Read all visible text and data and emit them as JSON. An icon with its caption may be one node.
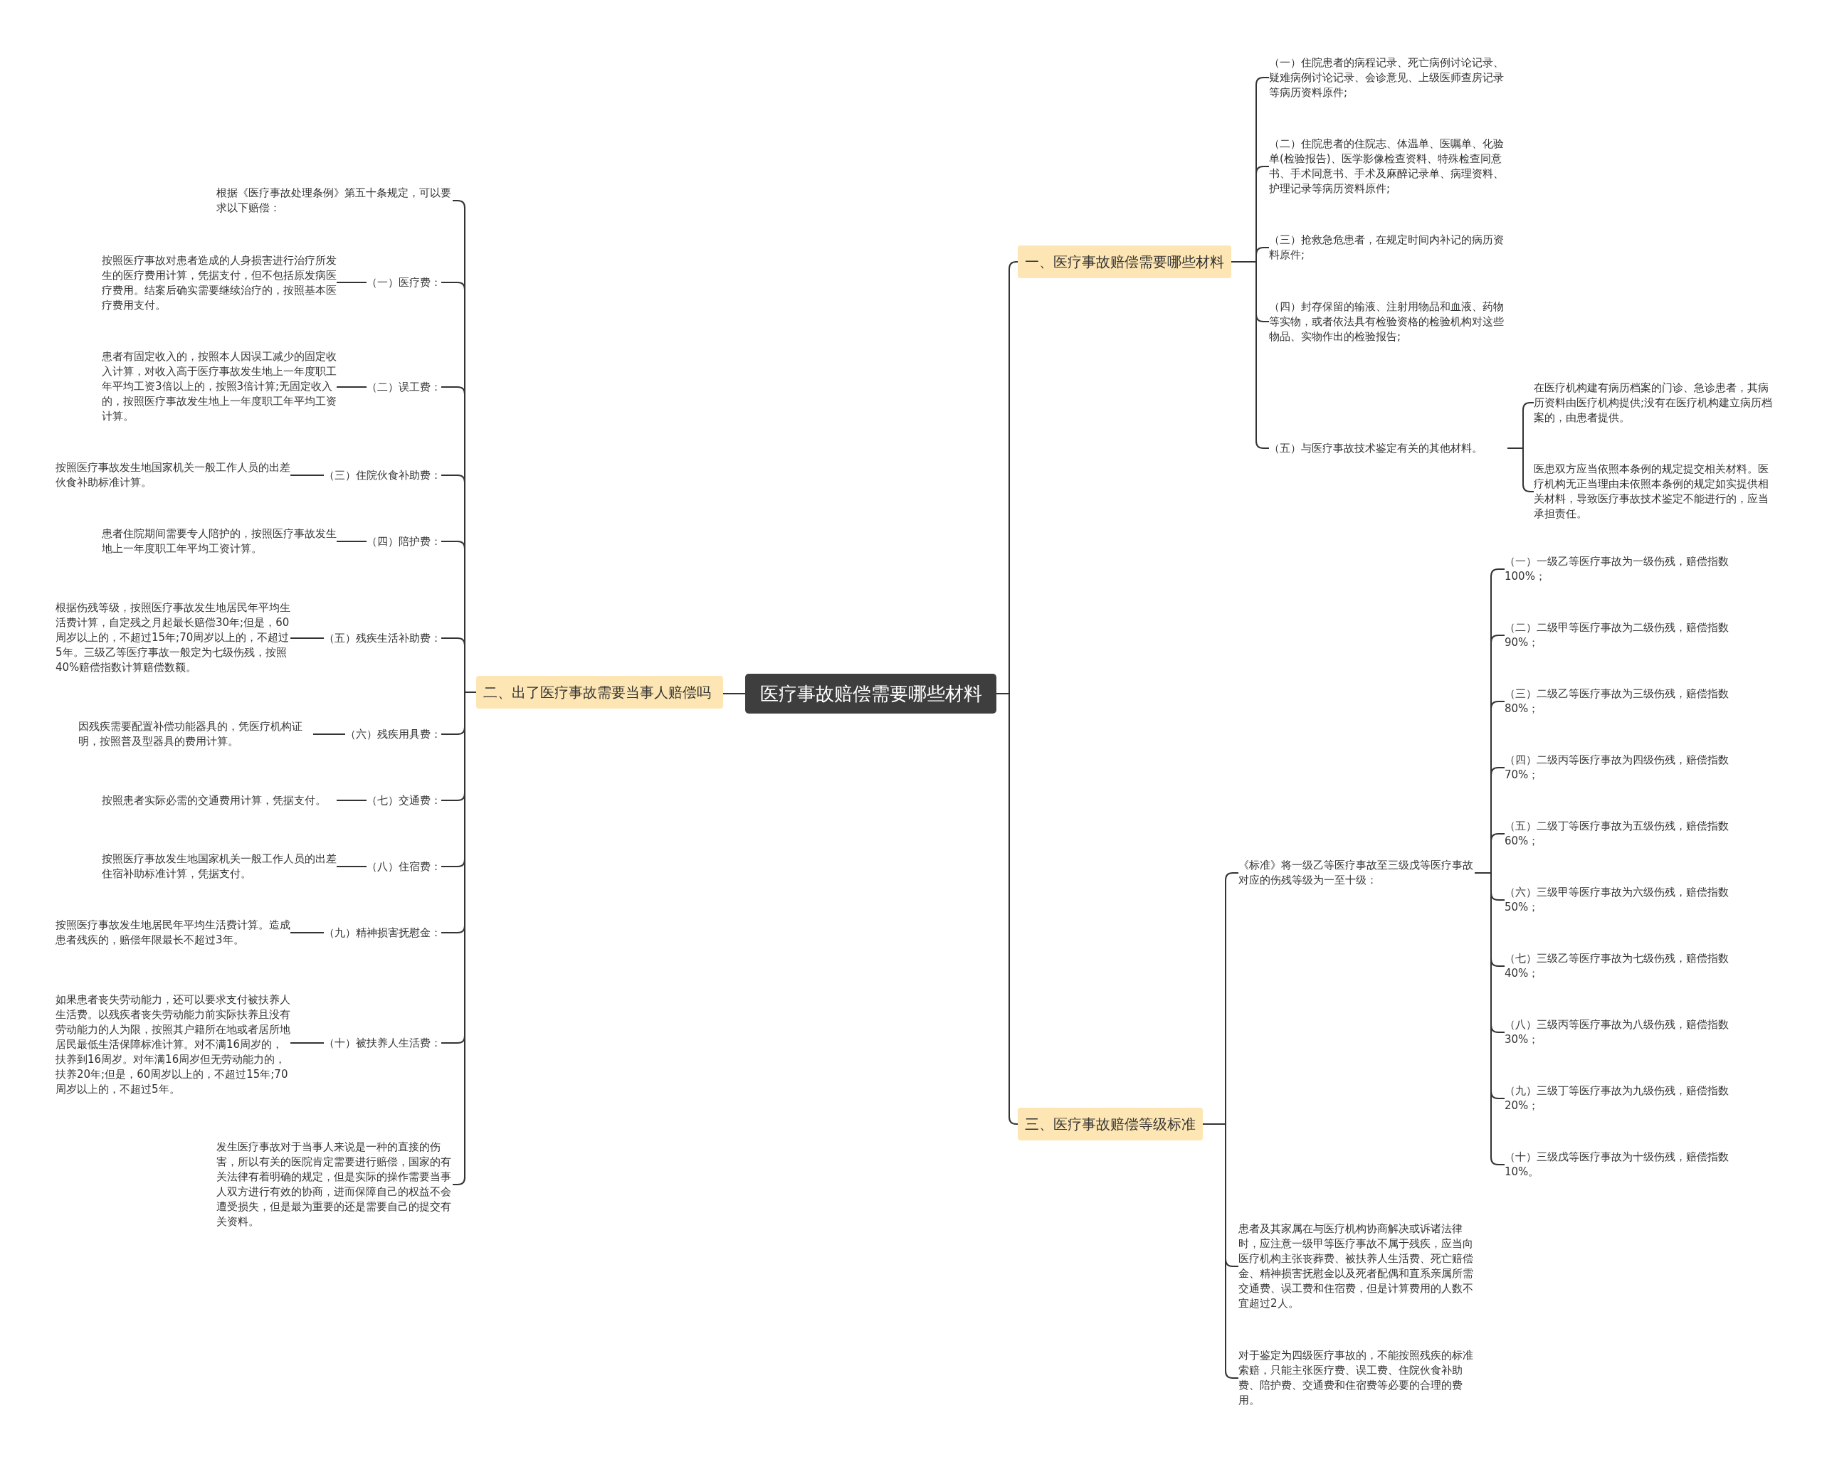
{
  "diagram": {
    "nodes": [
      {
        "text": [
          "医疗事故赔偿需要哪些材料"
        ]
      },
      {
        "text": [
          "一、医疗事故赔偿需要哪些材料"
        ]
      },
      {
        "text": [
          "（一）住院患者的病程记录、死亡病例讨论记录、疑难病例讨论记录、会诊意见、上级医师查房记录等病历资料原件;"
        ]
      },
      {
        "text": [
          "（二）住院患者的住院志、体温单、医嘱单、化验单(检验报告)、医学影像检查资料、特殊检查同意书、手术同意书、手术及麻醉记录单、病理资料、护理记录等病历资料原件;"
        ]
      },
      {
        "text": [
          "（三）抢救急危患者，在规定时间内补记的病历资料原件;"
        ]
      },
      {
        "text": [
          "（四）封存保留的输液、注射用物品和血液、药物等实物，或者依法具有检验资格的检验机构对这些物品、实物作出的检验报告;"
        ]
      },
      {
        "text": [
          "（五）与医疗事故技术鉴定有关的其他材料。"
        ]
      },
      {
        "text": [
          "在医疗机构建有病历档案的门诊、急诊患者，其病历资料由医疗机构提供;没有在医疗机构建立病历档案的，由患者提供。"
        ]
      },
      {
        "text": [
          "医患双方应当依照本条例的规定提交相关材料。医疗机构无正当理由未依照本条例的规定如实提供相关材料，导致医疗事故技术鉴定不能进行的，应当承担责任。"
        ]
      },
      {
        "text": [
          "二、出了医疗事故需要当事人赔偿吗"
        ]
      },
      {
        "text": [
          "根据《医疗事故处理条例》第五十条规定，可以要求以下赔偿："
        ]
      },
      {
        "text": [
          "（一）医疗费："
        ]
      },
      {
        "text": [
          "按照医疗事故对患者造成的人身损害进行治疗所发生的医疗费用计算，凭据支付，但不包括原发病医疗费用。结案后确实需要继续治疗的，按照基本医疗费用支付。"
        ]
      },
      {
        "text": [
          "（二）误工费："
        ]
      },
      {
        "text": [
          "患者有固定收入的，按照本人因误工减少的固定收入计算，对收入高于医疗事故发生地上一年度职工年平均工资3倍以上的，按照3倍计算;无固定收入的，按照医疗事故发生地上一年度职工年平均工资计算。"
        ]
      },
      {
        "text": [
          "（三）住院伙食补助费："
        ]
      },
      {
        "text": [
          "按照医疗事故发生地国家机关一般工作人员的出差伙食补助标准计算。"
        ]
      },
      {
        "text": [
          "（四）陪护费："
        ]
      },
      {
        "text": [
          "患者住院期间需要专人陪护的，按照医疗事故发生地上一年度职工年平均工资计算。"
        ]
      },
      {
        "text": [
          "（五）残疾生活补助费："
        ]
      },
      {
        "text": [
          "根据伤残等级，按照医疗事故发生地居民年平均生活费计算，自定残之月起最长赔偿30年;但是，60周岁以上的，不超过15年;70周岁以上的，不超过5年。三级乙等医疗事故一般定为七级伤残，按照40%赔偿指数计算赔偿数额。"
        ]
      },
      {
        "text": [
          "（六）残疾用具费："
        ]
      },
      {
        "text": [
          "因残疾需要配置补偿功能器具的，凭医疗机构证明，按照普及型器具的费用计算。"
        ]
      },
      {
        "text": [
          "（七）交通费："
        ]
      },
      {
        "text": [
          "按照患者实际必需的交通费用计算，凭据支付。"
        ]
      },
      {
        "text": [
          "（八）住宿费："
        ]
      },
      {
        "text": [
          "按照医疗事故发生地国家机关一般工作人员的出差住宿补助标准计算，凭据支付。"
        ]
      },
      {
        "text": [
          "（九）精神损害抚慰金："
        ]
      },
      {
        "text": [
          "按照医疗事故发生地居民年平均生活费计算。造成患者残疾的，赔偿年限最长不超过3年。"
        ]
      },
      {
        "text": [
          "（十）被扶养人生活费："
        ]
      },
      {
        "text": [
          "如果患者丧失劳动能力，还可以要求支付被扶养人生活费。以残疾者丧失劳动能力前实际扶养且没有劳动能力的人为限，按照其户籍所在地或者居所地居民最低生活保障标准计算。对不满16周岁的，扶养到16周岁。对年满16周岁但无劳动能力的，扶养20年;但是，60周岁以上的，不超过15年;70周岁以上的，不超过5年。"
        ]
      },
      {
        "text": [
          "发生医疗事故对于当事人来说是一种的直接的伤害，所以有关的医院肯定需要进行赔偿，国家的有关法律有着明确的规定，但是实际的操作需要当事人双方进行有效的协商，进而保障自己的权益不会遭受损失，但是最为重要的还是需要自己的提交有关资料。"
        ]
      },
      {
        "text": [
          "三、医疗事故赔偿等级标准"
        ]
      },
      {
        "text": [
          "《标准》将一级乙等医疗事故至三级戊等医疗事故对应的伤残等级为一至十级："
        ]
      },
      {
        "text": [
          "（一）一级乙等医疗事故为一级伤残，赔偿指数100%；"
        ]
      },
      {
        "text": [
          "（二）二级甲等医疗事故为二级伤残，赔偿指数90%；"
        ]
      },
      {
        "text": [
          "（三）二级乙等医疗事故为三级伤残，赔偿指数80%；"
        ]
      },
      {
        "text": [
          "（四）二级丙等医疗事故为四级伤残，赔偿指数70%；"
        ]
      },
      {
        "text": [
          "（五）二级丁等医疗事故为五级伤残，赔偿指数60%；"
        ]
      },
      {
        "text": [
          "（六）三级甲等医疗事故为六级伤残，赔偿指数50%；"
        ]
      },
      {
        "text": [
          "（七）三级乙等医疗事故为七级伤残，赔偿指数40%；"
        ]
      },
      {
        "text": [
          "（八）三级丙等医疗事故为八级伤残，赔偿指数30%；"
        ]
      },
      {
        "text": [
          "（九）三级丁等医疗事故为九级伤残，赔偿指数20%；"
        ]
      },
      {
        "text": [
          "（十）三级戊等医疗事故为十级伤残，赔偿指数10%。"
        ]
      },
      {
        "text": [
          "患者及其家属在与医疗机构协商解决或诉诸法律时，应注意一级甲等医疗事故不属于残疾，应当向医疗机构主张丧葬费、被扶养人生活费、死亡赔偿金、精神损害抚慰金以及死者配偶和直系亲属所需交通费、误工费和住宿费，但是计算费用的人数不宜超过2人。"
        ]
      },
      {
        "text": [
          "对于鉴定为四级医疗事故的，不能按照残疾的标准索赔，只能主张医疗费、误工费、住院伙食补助费、陪护费、交通费和住宿费等必要的合理的费用。"
        ]
      }
    ],
    "edges": [
      {
        "from": 0,
        "to": 1,
        "arrow": "none"
      },
      {
        "from": 0,
        "to": 9,
        "arrow": "none"
      },
      {
        "from": 0,
        "to": 32,
        "arrow": "none"
      },
      {
        "from": 1,
        "to": 2,
        "arrow": "none"
      },
      {
        "from": 1,
        "to": 3,
        "arrow": "none"
      },
      {
        "from": 1,
        "to": 4,
        "arrow": "none"
      },
      {
        "from": 1,
        "to": 5,
        "arrow": "none"
      },
      {
        "from": 1,
        "to": 6,
        "arrow": "none"
      },
      {
        "from": 6,
        "to": 7,
        "arrow": "none"
      },
      {
        "from": 6,
        "to": 8,
        "arrow": "none"
      },
      {
        "from": 9,
        "to": 10,
        "arrow": "none"
      },
      {
        "from": 9,
        "to": 11,
        "arrow": "none"
      },
      {
        "from": 9,
        "to": 13,
        "arrow": "none"
      },
      {
        "from": 9,
        "to": 15,
        "arrow": "none"
      },
      {
        "from": 9,
        "to": 17,
        "arrow": "none"
      },
      {
        "from": 9,
        "to": 19,
        "arrow": "none"
      },
      {
        "from": 9,
        "to": 21,
        "arrow": "none"
      },
      {
        "from": 9,
        "to": 23,
        "arrow": "none"
      },
      {
        "from": 9,
        "to": 25,
        "arrow": "none"
      },
      {
        "from": 9,
        "to": 27,
        "arrow": "none"
      },
      {
        "from": 9,
        "to": 29,
        "arrow": "none"
      },
      {
        "from": 9,
        "to": 31,
        "arrow": "none"
      },
      {
        "from": 11,
        "to": 12,
        "arrow": "none"
      },
      {
        "from": 13,
        "to": 14,
        "arrow": "none"
      },
      {
        "from": 15,
        "to": 16,
        "arrow": "none"
      },
      {
        "from": 17,
        "to": 18,
        "arrow": "none"
      },
      {
        "from": 19,
        "to": 20,
        "arrow": "none"
      },
      {
        "from": 21,
        "to": 22,
        "arrow": "none"
      },
      {
        "from": 23,
        "to": 24,
        "arrow": "none"
      },
      {
        "from": 25,
        "to": 26,
        "arrow": "none"
      },
      {
        "from": 27,
        "to": 28,
        "arrow": "none"
      },
      {
        "from": 29,
        "to": 30,
        "arrow": "none"
      },
      {
        "from": 32,
        "to": 33,
        "arrow": "none"
      },
      {
        "from": 32,
        "to": 44,
        "arrow": "none"
      },
      {
        "from": 32,
        "to": 45,
        "arrow": "none"
      },
      {
        "from": 33,
        "to": 34,
        "arrow": "none"
      },
      {
        "from": 33,
        "to": 35,
        "arrow": "none"
      },
      {
        "from": 33,
        "to": 36,
        "arrow": "none"
      },
      {
        "from": 33,
        "to": 37,
        "arrow": "none"
      },
      {
        "from": 33,
        "to": 38,
        "arrow": "none"
      },
      {
        "from": 33,
        "to": 39,
        "arrow": "none"
      },
      {
        "from": 33,
        "to": 40,
        "arrow": "none"
      },
      {
        "from": 33,
        "to": 41,
        "arrow": "none"
      },
      {
        "from": 33,
        "to": 42,
        "arrow": "none"
      },
      {
        "from": 33,
        "to": 43,
        "arrow": "none"
      }
    ]
  }
}
